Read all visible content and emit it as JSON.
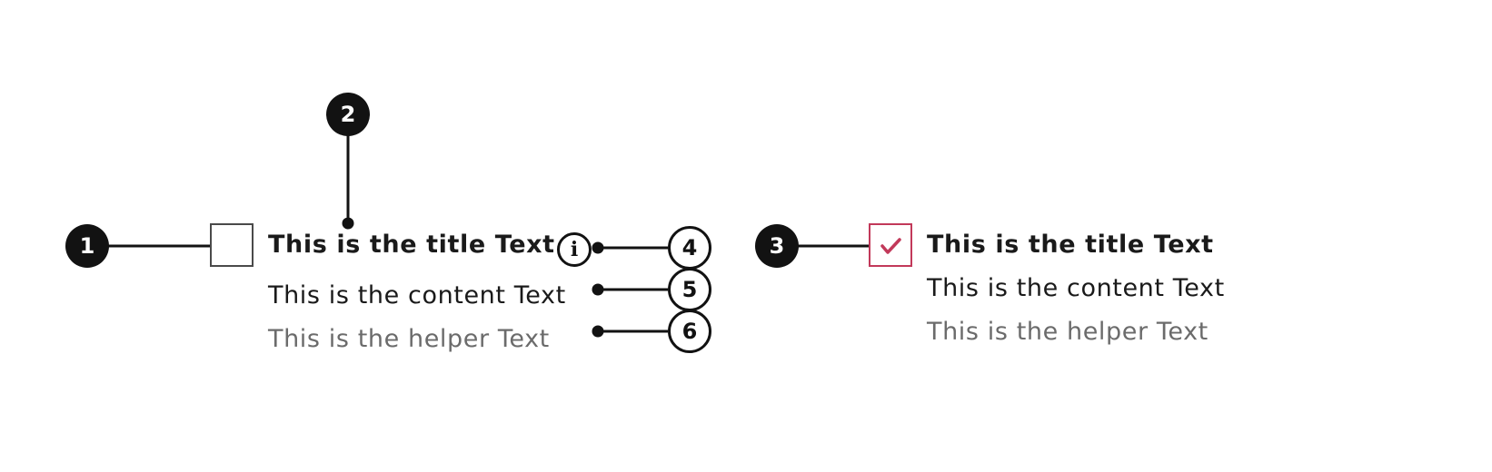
{
  "markers": {
    "m1": "1",
    "m2": "2",
    "m3": "3",
    "m4": "4",
    "m5": "5",
    "m6": "6"
  },
  "example_unchecked": {
    "title": "This is the title Text",
    "content": "This is the content Text",
    "helper": "This is the helper Text",
    "info_icon_glyph": "i"
  },
  "example_checked": {
    "title": "This is the title Text",
    "content": "This is the content Text",
    "helper": "This is the helper Text",
    "checked": true
  },
  "colors": {
    "marker": "#121212",
    "check_accent": "#c2395a",
    "helper_text": "#6b6b6b",
    "checkbox_border": "#4a4a4a"
  },
  "icons": {
    "info": "info-icon",
    "check": "checkmark-icon"
  }
}
